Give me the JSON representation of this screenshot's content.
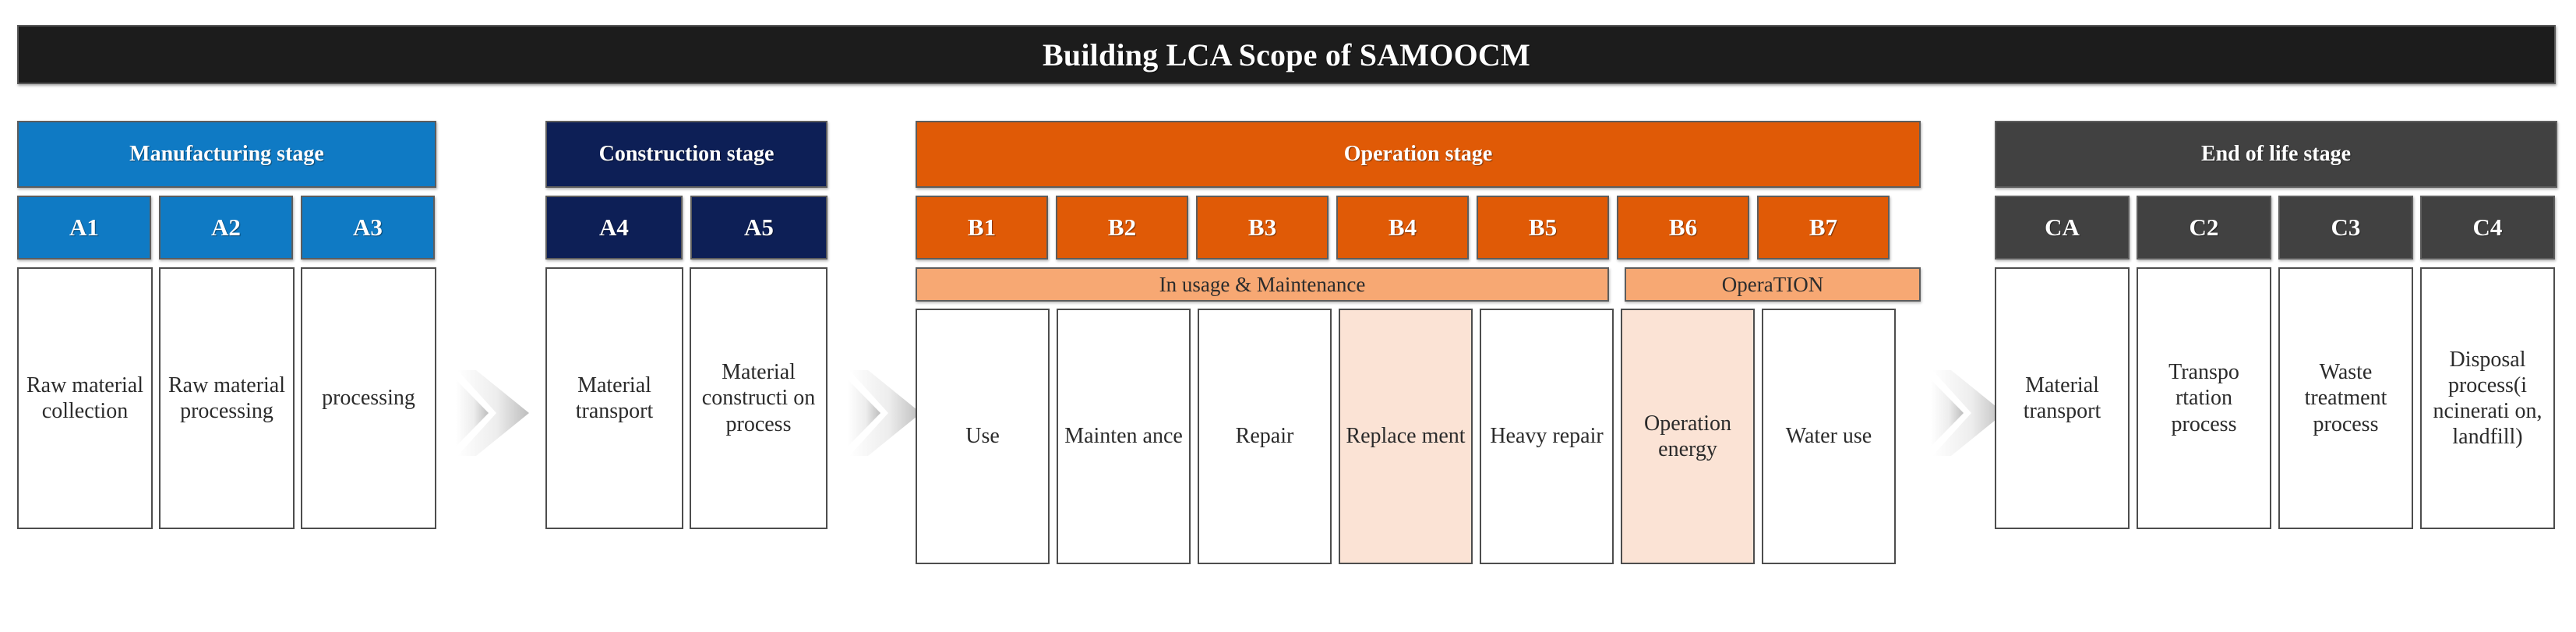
{
  "title": {
    "text": "Building LCA Scope of SAMOOCM"
  },
  "colors": {
    "title_bar": "#1c1c1c",
    "manufacturing": "#0f7ac4",
    "construction": "#0d1f56",
    "operation": "#e05a06",
    "end_of_life": "#414141",
    "band": "#f7a873",
    "highlight_cell": "#fbe3d5",
    "box_border": "#4d4d4d",
    "page_background": "#ffffff"
  },
  "stages": [
    {
      "name": "manufacturing",
      "header": "Manufacturing stage",
      "codes": [
        "A1",
        "A2",
        "A3"
      ],
      "descriptions": [
        "Raw material collection",
        "Raw material processing",
        "processing"
      ]
    },
    {
      "name": "construction",
      "header": "Construction stage",
      "codes": [
        "A4",
        "A5"
      ],
      "descriptions": [
        "Material transport",
        "Material constructi on process"
      ]
    },
    {
      "name": "operation",
      "header": "Operation stage",
      "codes": [
        "B1",
        "B2",
        "B3",
        "B4",
        "B5",
        "B6",
        "B7"
      ],
      "bands": [
        {
          "label": "In usage & Maintenance",
          "spans": [
            "B1",
            "B2",
            "B3",
            "B4",
            "B5"
          ]
        },
        {
          "label": "OperaTION",
          "spans": [
            "B6",
            "B7"
          ]
        }
      ],
      "descriptions": [
        "Use",
        "Mainten ance",
        "Repair",
        "Replace ment",
        "Heavy repair",
        "Operation energy",
        "Water use"
      ],
      "highlighted_descriptions": [
        "Replace ment",
        "Operation energy"
      ]
    },
    {
      "name": "end_of_life",
      "header": "End of life stage",
      "codes": [
        "CA",
        "C2",
        "C3",
        "C4"
      ],
      "descriptions": [
        "Material transport",
        "Transpo rtation process",
        "Waste treatment process",
        "Disposal process(i ncinerati on, landfill)"
      ]
    }
  ],
  "arrows": [
    {
      "name": "arrow-manufacturing-to-construction",
      "icon": "double-chevron-right-icon"
    },
    {
      "name": "arrow-construction-to-operation",
      "icon": "double-chevron-right-icon"
    },
    {
      "name": "arrow-operation-to-end-of-life",
      "icon": "double-chevron-right-icon"
    }
  ]
}
